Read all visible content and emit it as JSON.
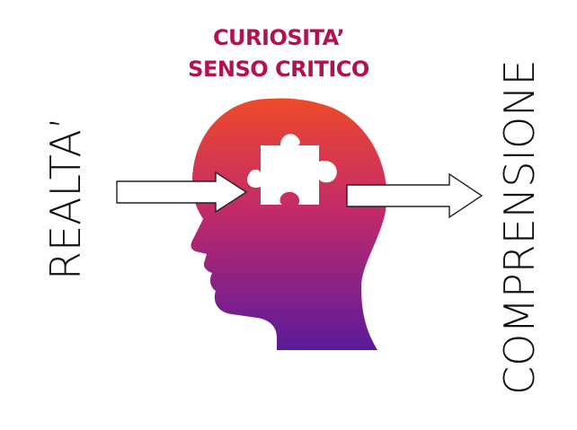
{
  "diagram": {
    "heading_lines": [
      "CURIOSITA’",
      "SENSO CRITICO"
    ],
    "left_label": "REALTA’",
    "right_label": "COMPRENSIONE"
  },
  "colors": {
    "heading": "#b3124f",
    "head_top": "#ee4a2a",
    "head_middle": "#c22a6a",
    "head_bottom": "#5a1a9a",
    "arrow_fill": "#ffffff",
    "arrow_stroke": "#222222",
    "label": "#111111"
  },
  "icons": {
    "head": "head-silhouette-icon",
    "puzzle": "puzzle-piece-icon",
    "input_arrow": "right-arrow-icon",
    "output_arrow": "right-arrow-icon"
  }
}
